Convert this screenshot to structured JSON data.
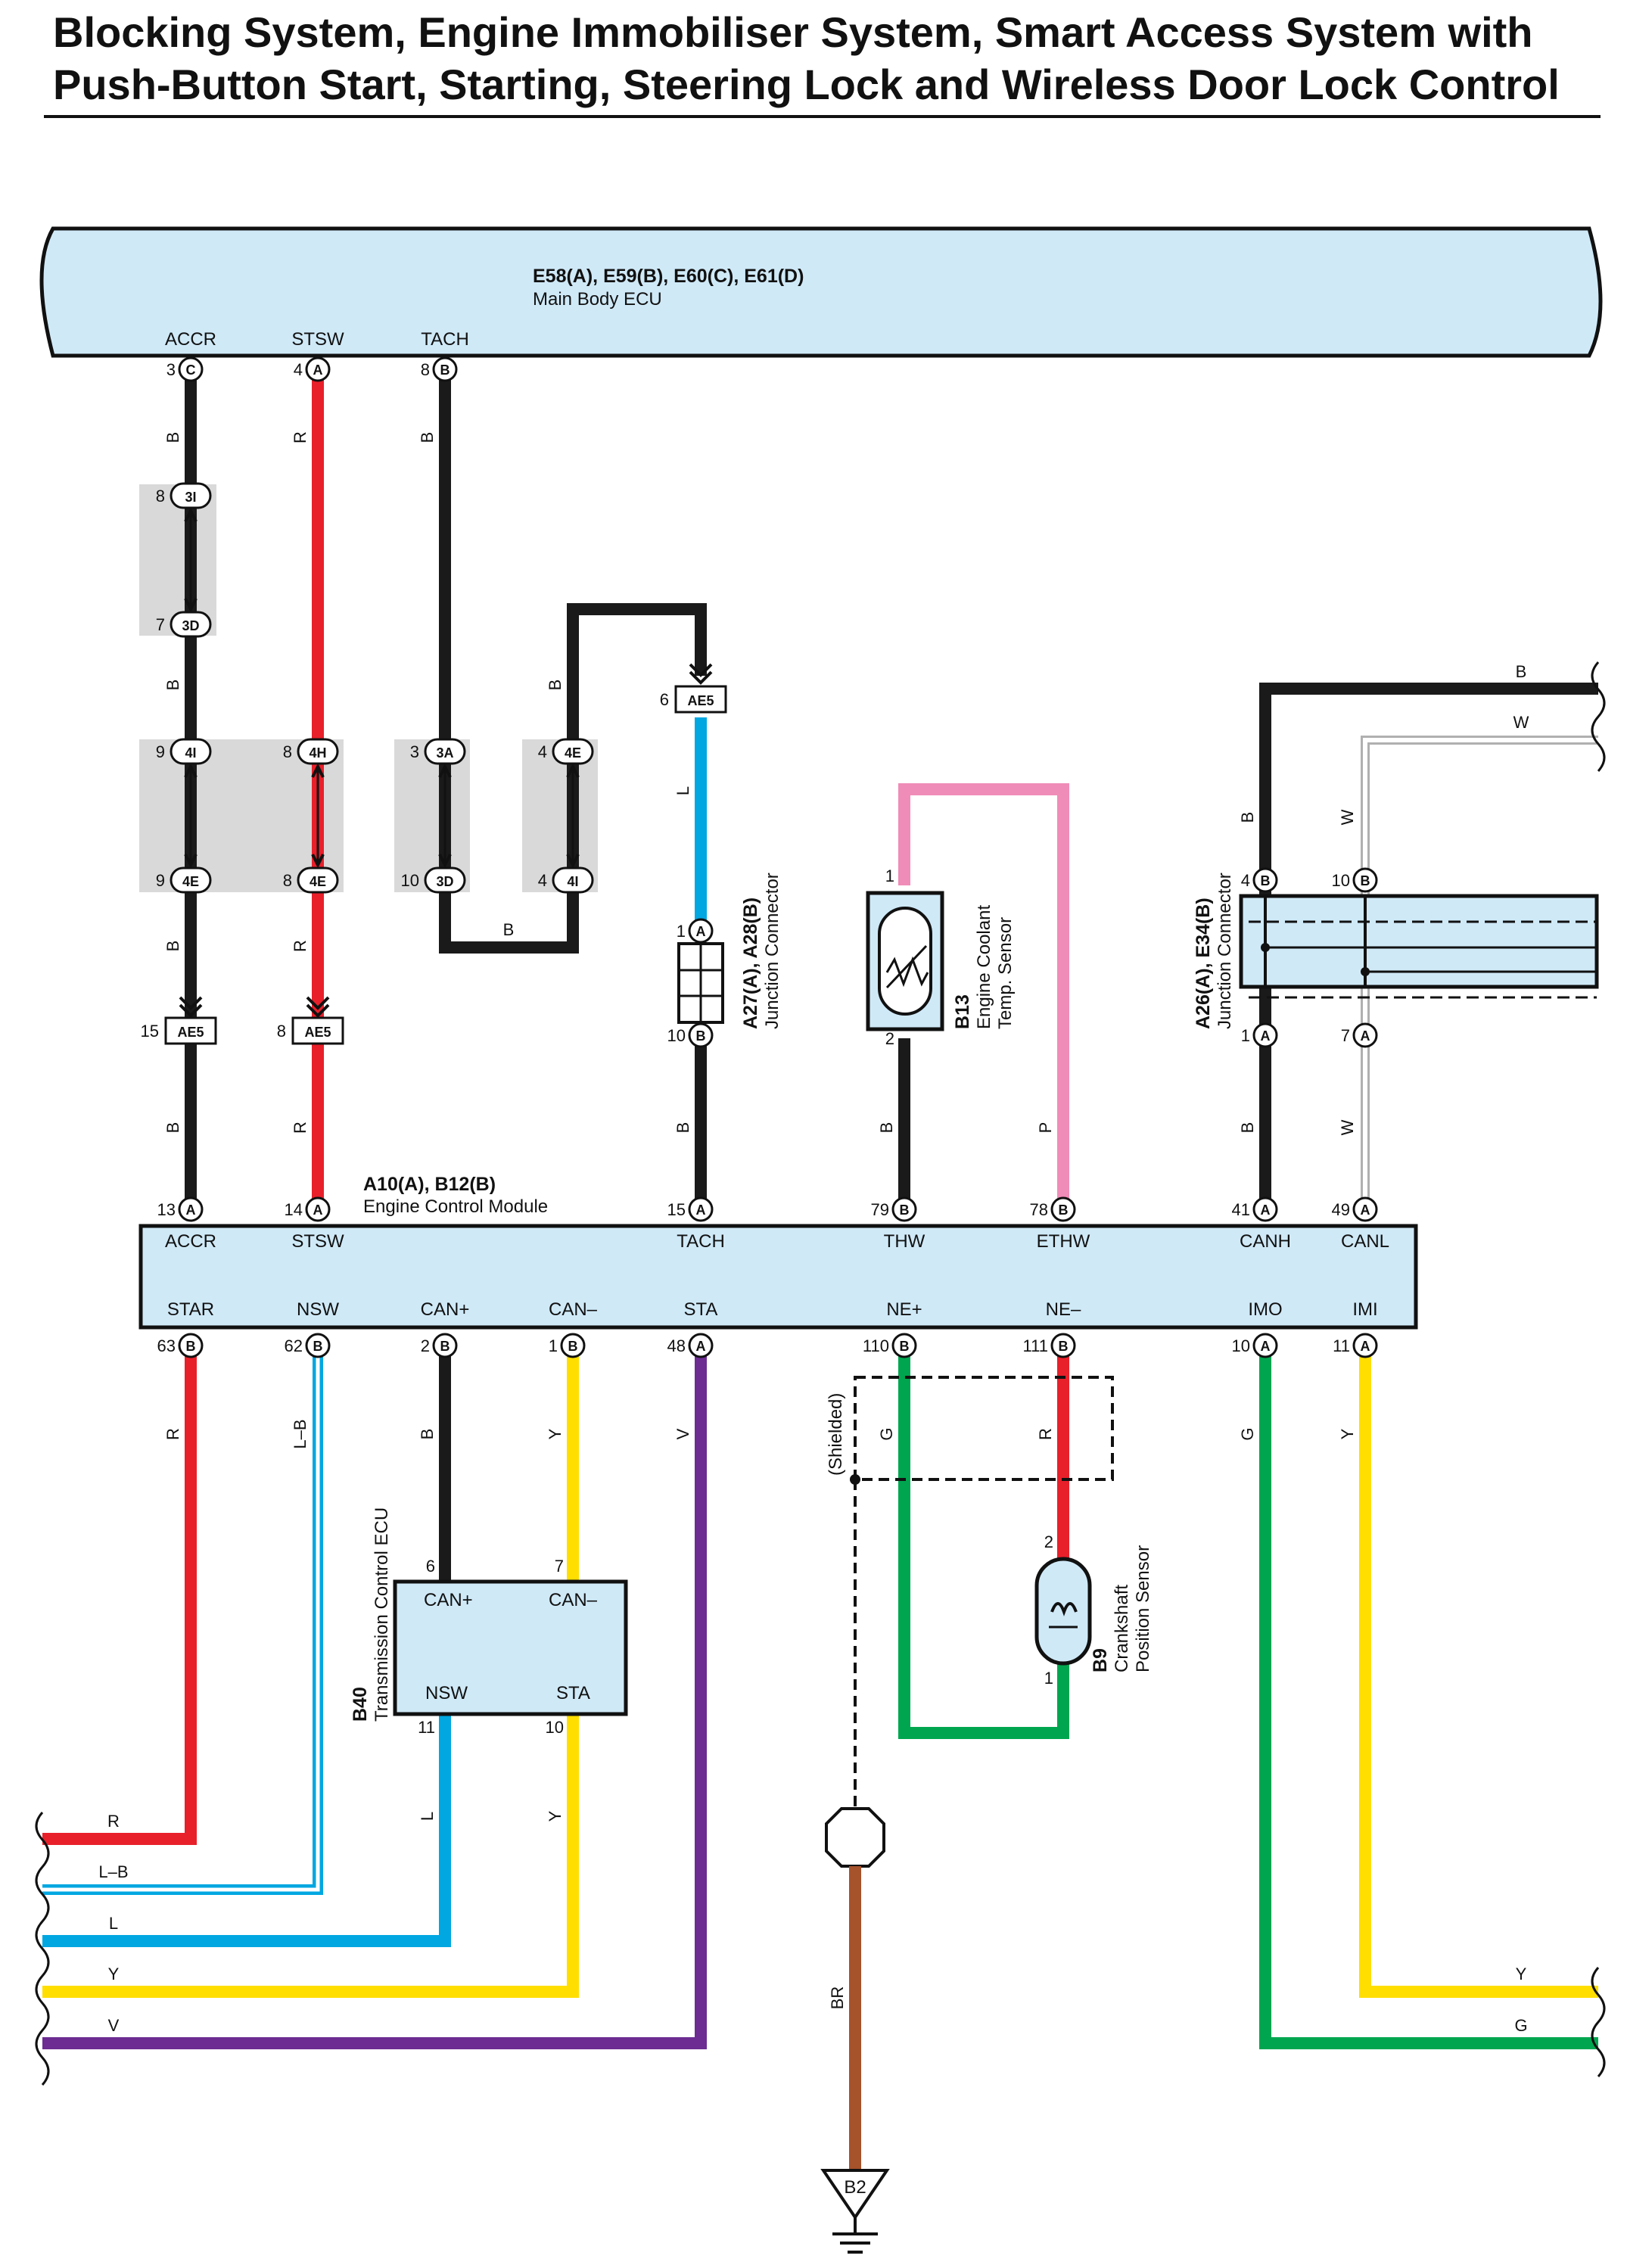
{
  "title": {
    "line1": "Blocking System, Engine Immobiliser System, Smart Access System with",
    "line2": "Push-Button Start, Starting, Steering Lock and Wireless Door Lock Control"
  },
  "main_body_ecu": {
    "codes": "E58(A), E59(B), E60(C), E61(D)",
    "name": "Main Body ECU",
    "pins": [
      {
        "label": "ACCR",
        "num": "3",
        "conn": "C"
      },
      {
        "label": "STSW",
        "num": "4",
        "conn": "A"
      },
      {
        "label": "TACH",
        "num": "8",
        "conn": "B"
      }
    ]
  },
  "ecm": {
    "codes": "A10(A), B12(B)",
    "name": "Engine Control Module",
    "top_pins": [
      {
        "label": "ACCR",
        "num": "13",
        "conn": "A"
      },
      {
        "label": "STSW",
        "num": "14",
        "conn": "A"
      },
      {
        "label": "TACH",
        "num": "15",
        "conn": "A"
      },
      {
        "label": "THW",
        "num": "79",
        "conn": "B"
      },
      {
        "label": "ETHW",
        "num": "78",
        "conn": "B"
      },
      {
        "label": "CANH",
        "num": "41",
        "conn": "A"
      },
      {
        "label": "CANL",
        "num": "49",
        "conn": "A"
      }
    ],
    "bottom_pins": [
      {
        "label": "STAR",
        "num": "63",
        "conn": "B"
      },
      {
        "label": "NSW",
        "num": "62",
        "conn": "B"
      },
      {
        "label": "CAN+",
        "num": "2",
        "conn": "B"
      },
      {
        "label": "CAN–",
        "num": "1",
        "conn": "B"
      },
      {
        "label": "STA",
        "num": "48",
        "conn": "A"
      },
      {
        "label": "NE+",
        "num": "110",
        "conn": "B"
      },
      {
        "label": "NE–",
        "num": "111",
        "conn": "B"
      },
      {
        "label": "IMO",
        "num": "10",
        "conn": "A"
      },
      {
        "label": "IMI",
        "num": "11",
        "conn": "A"
      }
    ]
  },
  "connectors": {
    "c3i": {
      "num": "8",
      "id": "3I"
    },
    "c3d_top": {
      "num": "7",
      "id": "3D"
    },
    "c4i_a": {
      "num": "9",
      "id": "4I"
    },
    "c4e_a": {
      "num": "9",
      "id": "4E"
    },
    "c4h": {
      "num": "8",
      "id": "4H"
    },
    "c4e_b": {
      "num": "8",
      "id": "4E"
    },
    "c3a": {
      "num": "3",
      "id": "3A"
    },
    "c3d_bot": {
      "num": "10",
      "id": "3D"
    },
    "c4e_c": {
      "num": "4",
      "id": "4E"
    },
    "c4i_b": {
      "num": "4",
      "id": "4I"
    },
    "ae5_15": {
      "num": "15",
      "id": "AE5"
    },
    "ae5_8": {
      "num": "8",
      "id": "AE5"
    },
    "ae5_6": {
      "num": "6",
      "id": "AE5"
    }
  },
  "junction_a27": {
    "codes": "A27(A), A28(B)",
    "name": "Junction Connector",
    "pin_top": {
      "num": "1",
      "conn": "A"
    },
    "pin_bot": {
      "num": "10",
      "conn": "B"
    }
  },
  "sensor_b13": {
    "code": "B13",
    "name1": "Engine Coolant",
    "name2": "Temp. Sensor",
    "pin1": "1",
    "pin2": "2"
  },
  "junction_a26": {
    "codes": "A26(A), E34(B)",
    "name": "Junction Connector",
    "pins": [
      {
        "num": "4",
        "conn": "B"
      },
      {
        "num": "10",
        "conn": "B"
      },
      {
        "num": "1",
        "conn": "A"
      },
      {
        "num": "7",
        "conn": "A"
      }
    ]
  },
  "tcu_b40": {
    "code": "B40",
    "name": "Transmission Control ECU",
    "labels": {
      "can_plus": "CAN+",
      "can_minus": "CAN–",
      "nsw": "NSW",
      "sta": "STA"
    },
    "pins": {
      "p6": "6",
      "p7": "7",
      "p11": "11",
      "p10": "10"
    }
  },
  "sensor_b9": {
    "code": "B9",
    "name1": "Crankshaft",
    "name2": "Position Sensor",
    "pin2": "2",
    "pin1": "1"
  },
  "shielded": "(Shielded)",
  "ground": "B2",
  "wire_labels": {
    "b": "B",
    "r": "R",
    "l": "L",
    "p": "P",
    "w": "W",
    "g": "G",
    "y": "Y",
    "v": "V",
    "lb": "L–B",
    "br": "BR"
  },
  "colors": {
    "black": "#1a1a1a",
    "red": "#e8202a",
    "blue": "#00a7e1",
    "pink": "#f08cb8",
    "yellow": "#ffde00",
    "green": "#00a64f",
    "violet": "#6c2c91",
    "brown": "#a6522b",
    "white_wire": "#b0b0b0",
    "ecu_fill": "#cfe9f7",
    "connector_bg": "#d9d9d9"
  }
}
